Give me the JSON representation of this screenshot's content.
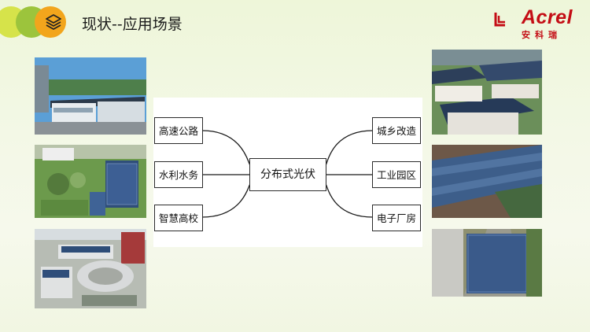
{
  "header": {
    "title": "现状--应用场景",
    "logo_text": "Acrel",
    "logo_sub": "安科瑞"
  },
  "diagram": {
    "center": "分布式光伏",
    "left_nodes": [
      "高速公路",
      "水利水务",
      "智慧高校"
    ],
    "right_nodes": [
      "城乡改造",
      "工业园区",
      "电子厂房"
    ]
  },
  "colors": {
    "brand_red": "#c40d15",
    "circle_yellow": "#d6e34a",
    "circle_green": "#9cc43c",
    "circle_orange": "#f2a51c"
  }
}
